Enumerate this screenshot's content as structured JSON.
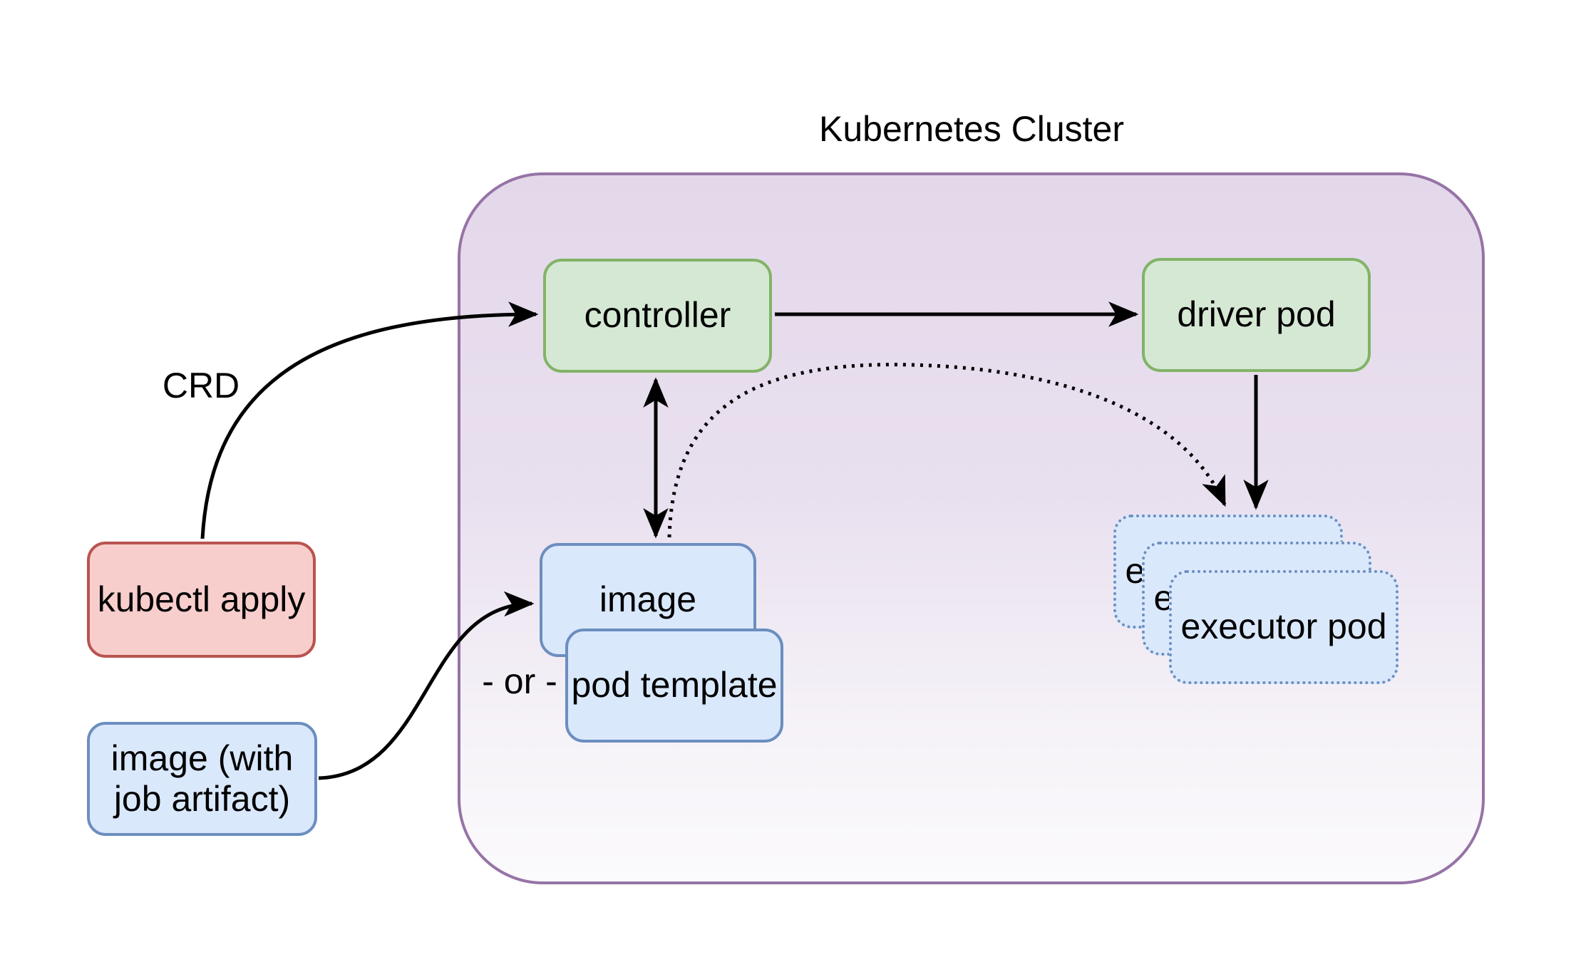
{
  "title": "Kubernetes Cluster",
  "outside": {
    "crd_label": "CRD",
    "kubectl_apply": {
      "label": "kubectl apply"
    },
    "image_with_artifact": {
      "label": "image (with job artifact)"
    }
  },
  "cluster": {
    "controller": {
      "label": "controller"
    },
    "driver_pod": {
      "label": "driver pod"
    },
    "image": {
      "label": "image"
    },
    "or_label": "- or -",
    "pod_template": {
      "label": "pod template"
    },
    "executors": [
      {
        "label": "executor pod"
      },
      {
        "label": "executor pod"
      },
      {
        "label": "executor pod"
      }
    ]
  },
  "colors": {
    "container_fill_top": "#e3d8ea",
    "container_fill_bottom": "#fbfafc",
    "container_border": "#9673a6",
    "green_fill": "#d5e8d4",
    "green_border": "#82b366",
    "blue_fill": "#dae8fc",
    "blue_border": "#6c8ebf",
    "red_fill": "#f8cecc",
    "red_border": "#b85450",
    "arrow": "#000000",
    "text": "#000000"
  }
}
